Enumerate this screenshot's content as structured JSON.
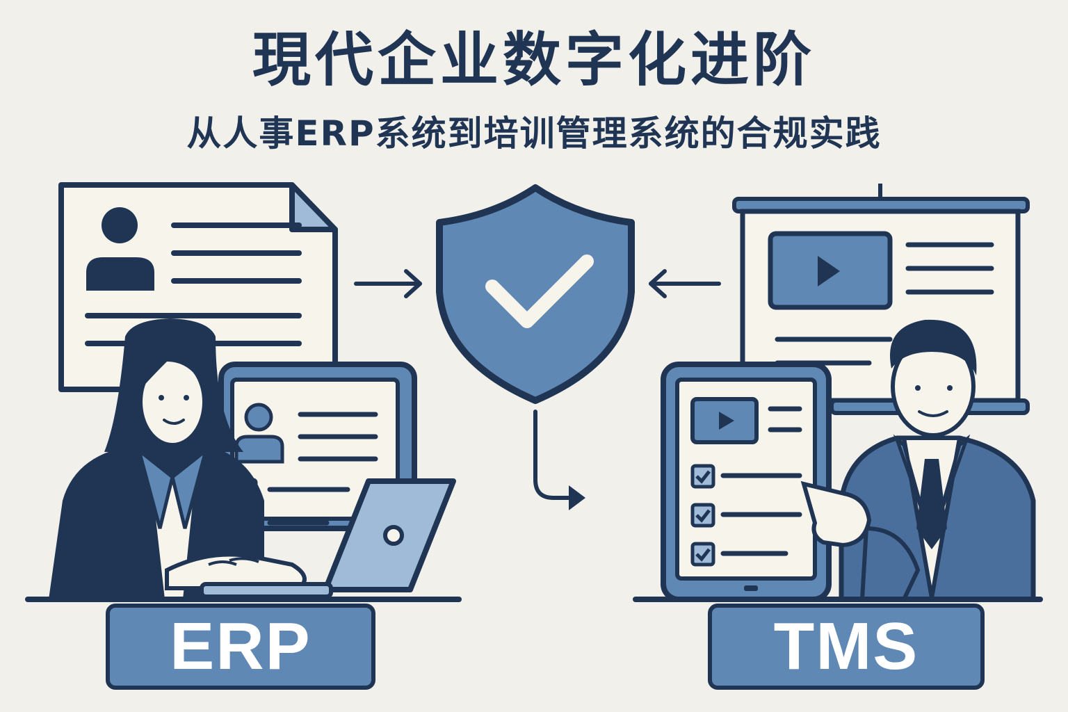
{
  "header": {
    "title": "現代企业数字化进阶",
    "subtitle": "从人事ERP系统到培训管理系统的合规实践"
  },
  "labels": {
    "erp": "ERP",
    "tms": "TMS"
  },
  "colors": {
    "navy": "#1f3553",
    "blue": "#5f88b4",
    "light_blue": "#9fbbd8",
    "paper": "#f7f4ec",
    "background": "#f2f0eb"
  }
}
